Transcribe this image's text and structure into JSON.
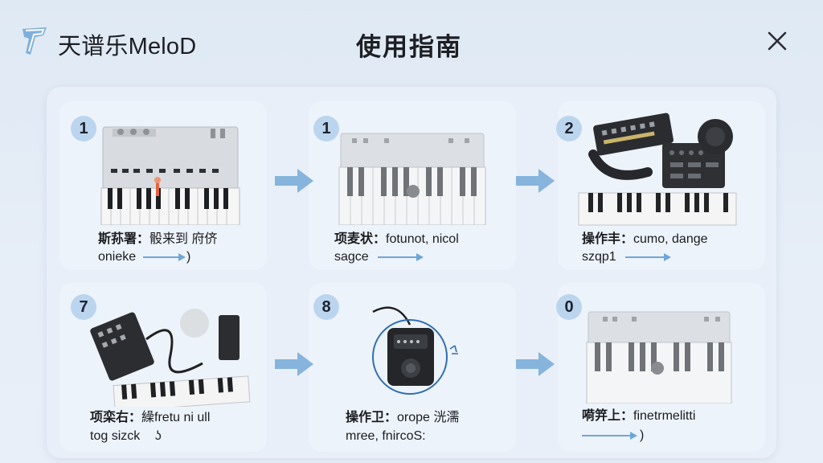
{
  "app": {
    "name": "天谱乐MeloD",
    "logo_icon": "tuning-fork-logo-icon"
  },
  "page": {
    "title": "使用指南"
  },
  "close_icon": "close-icon",
  "colors": {
    "badge": "#bcd5ee",
    "arrow": "#86b4dc",
    "background": "#e3ecf6"
  },
  "steps": [
    {
      "number": "1",
      "label": "斯荪署：",
      "text": "骰来到 府侪",
      "line2": "onieke",
      "line2_suffix": ")"
    },
    {
      "number": "1",
      "label": "项麦状：",
      "text": "fotunot, nicol",
      "line2": "sagce",
      "line2_suffix": ""
    },
    {
      "number": "2",
      "label": "操作丰：",
      "text": "cumo, dange",
      "line2": "szqp1",
      "line2_suffix": ""
    },
    {
      "number": "7",
      "label": "项栾右：",
      "text": "繰fretu ni ull",
      "line2": "tog sizck",
      "line2_suffix": "ʖ"
    },
    {
      "number": "8",
      "label": "操作卫：",
      "text": "orope 洸濡",
      "line2": "mree, fnircoS:",
      "line2_suffix": ""
    },
    {
      "number": "0",
      "label": "嗬笄上：",
      "text": "finetrmelitti",
      "line2": "",
      "line2_suffix": ")"
    }
  ]
}
